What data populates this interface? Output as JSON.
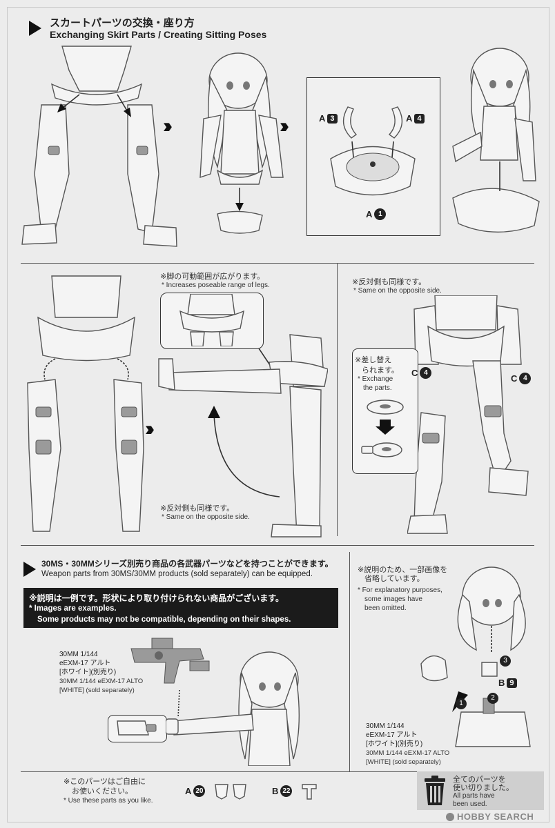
{
  "section1": {
    "title_jp": "スカートパーツの交換・座り方",
    "title_en": "Exchanging Skirt Parts / Creating Sitting Poses",
    "box_tags": [
      {
        "letter": "A",
        "num": "3"
      },
      {
        "letter": "A",
        "num": "4"
      },
      {
        "letter": "A",
        "num": "1"
      }
    ]
  },
  "section2": {
    "note_range_jp": "※脚の可動範囲が広がります。",
    "note_range_en": "* Increases poseable range of legs.",
    "note_opposite_jp": "※反対側も同様です。",
    "note_opposite_en": "* Same on the opposite side."
  },
  "section3": {
    "note_opposite_jp": "※反対側も同様です。",
    "note_opposite_en": "* Same on the opposite side.",
    "exchange_jp_1": "※差し替え",
    "exchange_jp_2": "られます。",
    "exchange_en_1": "* Exchange",
    "exchange_en_2": "the parts.",
    "tag_left": {
      "letter": "C",
      "num": "4"
    },
    "tag_right": {
      "letter": "C",
      "num": "4"
    }
  },
  "section4": {
    "title_jp": "30MS・30MMシリーズ別売り商品の各武器パーツなどを持つことができます。",
    "title_en": "Weapon parts from 30MS/30MM products (sold separately) can be equipped.",
    "bar_jp": "※説明は一例です。形状により取り付けられない商品がございます。",
    "bar_en_1": "* Images are examples.",
    "bar_en_2": "Some products may not be compatible, depending on their shapes.",
    "weapon_label": [
      "30MM 1/144",
      "eEXM-17 アルト",
      "[ホワイト](別売り)",
      "30MM 1/144 eEXM-17 ALTO",
      "[WHITE] (sold separately)"
    ],
    "explain_jp_1": "※説明のため、一部画像を",
    "explain_jp_2": "省略しています。",
    "explain_en": [
      "* For explanatory purposes,",
      "some images have",
      "been omitted."
    ],
    "step_nums": [
      "1",
      "2",
      "3"
    ],
    "tag_b9": {
      "letter": "B",
      "num": "9"
    },
    "robot_label": [
      "30MM 1/144",
      "eEXM-17 アルト",
      "[ホワイト](別売り)",
      "30MM 1/144 eEXM-17 ALTO",
      "[WHITE] (sold separately)"
    ]
  },
  "footer": {
    "free_jp": "※このパーツはご自由に",
    "free_jp_2": "お使いください。",
    "free_en": "* Use these parts as you like.",
    "tag_a20": {
      "letter": "A",
      "num": "20"
    },
    "tag_b22": {
      "letter": "B",
      "num": "22"
    },
    "allused_jp": [
      "全てのパーツを",
      "使い切りました。"
    ],
    "allused_en": [
      "All parts have",
      "been used."
    ],
    "watermark": "HOBBY SEARCH"
  },
  "colors": {
    "background": "#ececec",
    "ink": "#222222",
    "bar": "#1b1b1b"
  }
}
